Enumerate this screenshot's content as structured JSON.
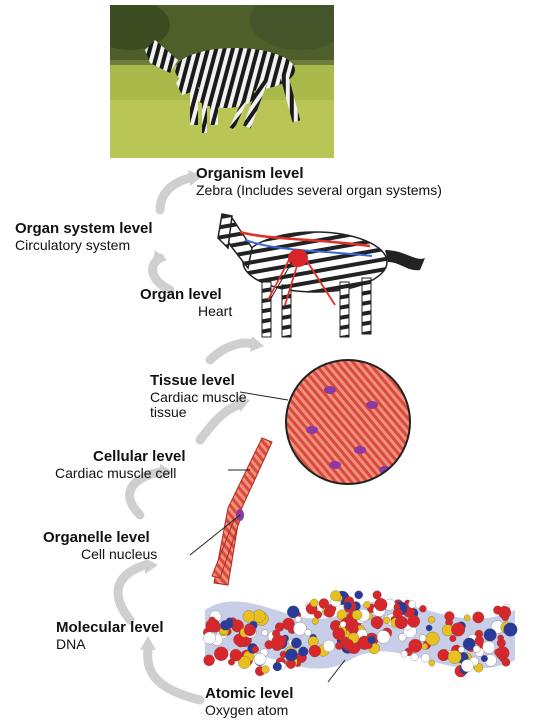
{
  "levels": [
    {
      "title": "Organism level",
      "subtitle": "Zebra (Includes several organ systems)"
    },
    {
      "title": "Organ system level",
      "subtitle": "Circulatory system"
    },
    {
      "title": "Organ level",
      "subtitle": "Heart"
    },
    {
      "title": "Tissue level",
      "subtitle": "Cardiac muscle",
      "subtitle2": "tissue"
    },
    {
      "title": "Cellular level",
      "subtitle": "Cardiac muscle cell"
    },
    {
      "title": "Organelle level",
      "subtitle": "Cell nucleus"
    },
    {
      "title": "Molecular level",
      "subtitle": "DNA"
    },
    {
      "title": "Atomic level",
      "subtitle": "Oxygen atom"
    }
  ],
  "colors": {
    "arrow": "#cfcfcf",
    "muscle": "#e0584a",
    "atom_red": "#d8262a",
    "atom_blue": "#2a3a9a",
    "grass": "#a9b94a"
  },
  "icons": [
    "zebra-photo",
    "zebra-circulatory-illustration",
    "muscle-tissue-circle",
    "muscle-cell-strand",
    "dna-molecule"
  ]
}
